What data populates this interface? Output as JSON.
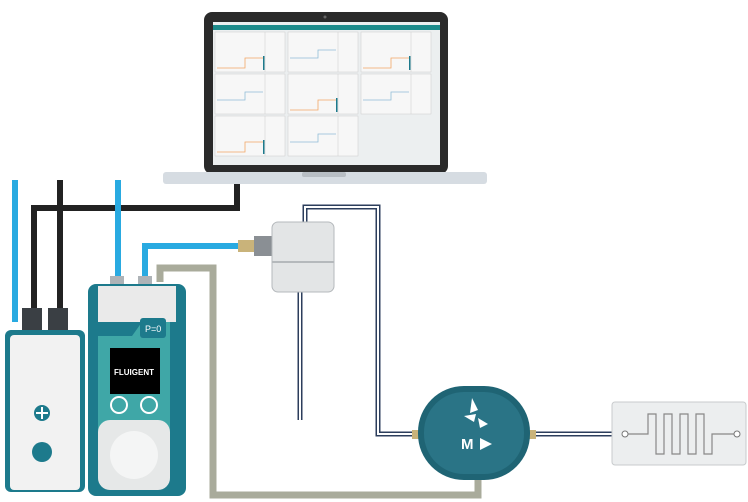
{
  "colors": {
    "teal": "#1d7a8c",
    "dark_teal": "#1f5f6e",
    "blue_tube": "#29aae1",
    "black_tube": "#222222",
    "olive_tube": "#a9ab9b",
    "navy_tube": "#2c3e5c",
    "orange_trace": "#f2a766",
    "blue_trace": "#8fbcd8"
  },
  "pressure_controller": {
    "zero_button_label": "P=0",
    "brand": "FLUIGENT"
  },
  "flow_unit": {
    "label": "M",
    "icon": "play-arrow-icon"
  },
  "laptop": {
    "panel_traces": [
      "orange",
      "blue",
      "orange",
      "blue",
      "orange",
      "blue",
      "orange",
      "blue"
    ]
  }
}
